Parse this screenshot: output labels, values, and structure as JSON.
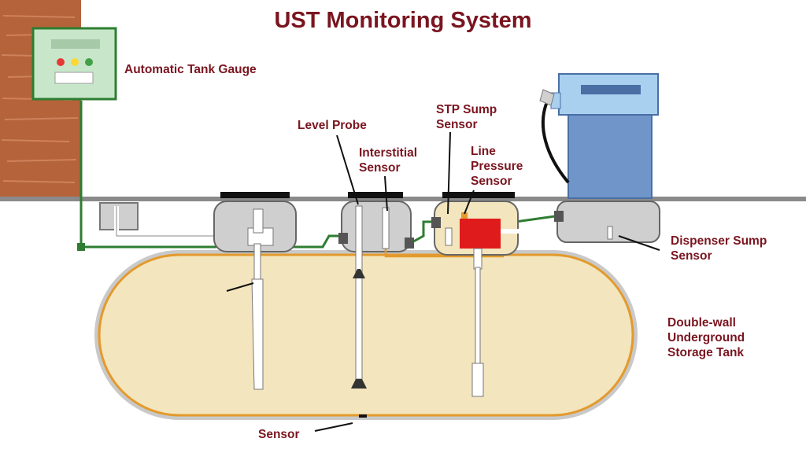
{
  "title": "UST Monitoring System",
  "labels": {
    "atg": "Automatic Tank Gauge",
    "level_probe": "Level Probe",
    "interstitial": "Interstitial\nSensor",
    "stp_sump": "STP Sump\nSensor",
    "line_pressure": "Line\nPressure\nSensor",
    "dispenser_sump": "Dispenser Sump\nSensor",
    "tank": "Double-wall\nUnderground\nStorage Tank",
    "sensor": "Sensor"
  },
  "colors": {
    "title": "#7a1520",
    "wiring": "#2e7d32",
    "tank_fill": "#f3e5bd",
    "wall_brick": "#b5633a",
    "dispenser": "#6f95c9",
    "pump": "#e01b1b"
  },
  "atg_lights": [
    "#e53935",
    "#fdd835",
    "#43a047"
  ]
}
